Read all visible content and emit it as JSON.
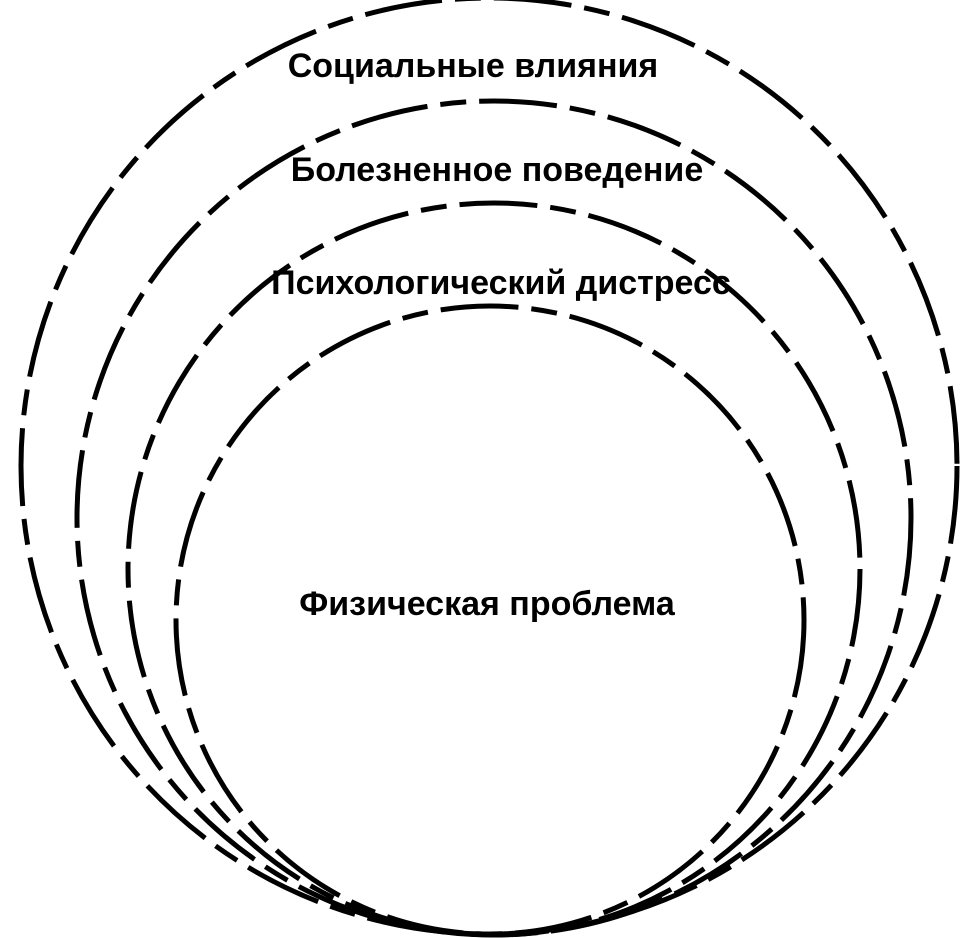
{
  "diagram": {
    "layers": [
      {
        "id": "social",
        "label": "Социальные влияния"
      },
      {
        "id": "behavior",
        "label": "Болезненное поведение"
      },
      {
        "id": "distress",
        "label": "Психологический дистресс"
      },
      {
        "id": "physical",
        "label": "Физическая проблема"
      }
    ],
    "colors": {
      "stroke": "#000000",
      "background": "#ffffff",
      "text": "#000000"
    }
  }
}
